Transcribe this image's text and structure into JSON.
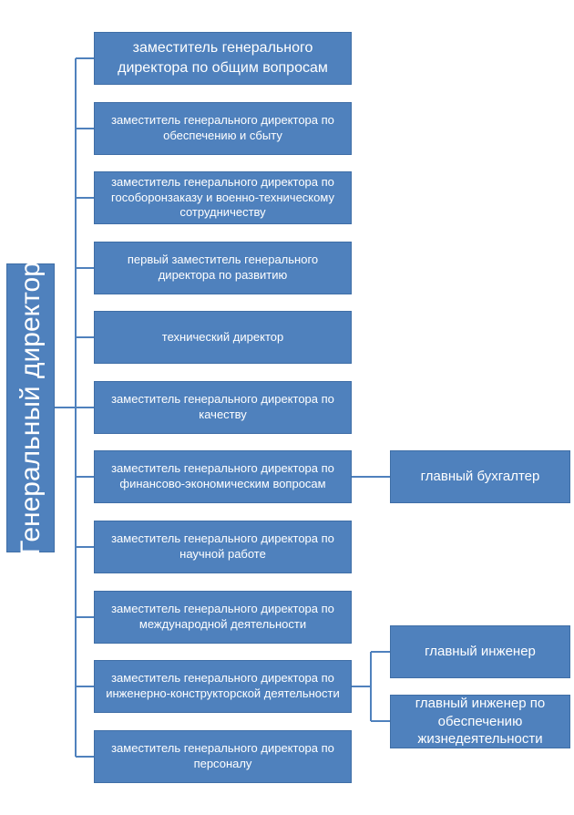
{
  "root": {
    "label": "Генеральный директор"
  },
  "deputies": [
    "заместитель генерального директора по общим вопросам",
    "заместитель генерального директора по обеспечению и сбыту",
    "заместитель генерального директора по гособоронзаказу и военно-техническому сотрудничеству",
    "первый заместитель генерального директора по развитию",
    "технический директор",
    "заместитель генерального директора по качеству",
    "заместитель генерального директора по финансово-экономическим вопросам",
    "заместитель генерального директора по научной работе",
    "заместитель генерального директора по международной деятельности",
    "заместитель генерального директора по инженерно-конструкторской деятельности",
    "заместитель генерального директора по персоналу"
  ],
  "subordinates": {
    "chief_accountant": "главный бухгалтер",
    "chief_engineer": "главный инженер",
    "chief_engineer_life_support": "главный инженер по обеспечению жизнедеятельности"
  },
  "colors": {
    "box_fill": "#4f81bd",
    "box_border": "#3f6ea6",
    "connector": "#4f81bd",
    "text": "#ffffff"
  }
}
